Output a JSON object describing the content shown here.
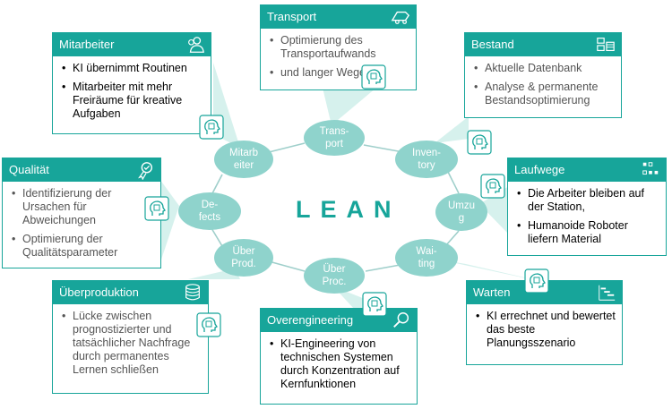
{
  "center": {
    "title": "LEAN"
  },
  "colors": {
    "teal": "#17a59a",
    "oval": "#8fd3cc",
    "wedge": "#cfeeea",
    "ring": "#9fcfcb"
  },
  "wastes": [
    {
      "id": "transport",
      "lines": [
        "Trans-",
        "port"
      ]
    },
    {
      "id": "inventory",
      "lines": [
        "Inven-",
        "tory"
      ]
    },
    {
      "id": "umzug",
      "lines": [
        "Umzu",
        "g"
      ]
    },
    {
      "id": "waiting",
      "lines": [
        "Wai-",
        "ting"
      ]
    },
    {
      "id": "ueber-proc",
      "lines": [
        "Über",
        "Proc."
      ]
    },
    {
      "id": "ueber-prod",
      "lines": [
        "Über",
        "Prod."
      ]
    },
    {
      "id": "defects",
      "lines": [
        "De-",
        "fects"
      ]
    },
    {
      "id": "mitarbeiter",
      "lines": [
        "Mitarb",
        "eiter"
      ]
    }
  ],
  "boxes": {
    "transport": {
      "title": "Transport",
      "icon": "truck-icon",
      "bullets": [
        "Optimierung des Transportaufwands",
        "und langer Wege"
      ]
    },
    "bestand": {
      "title": "Bestand",
      "icon": "inventory-grid-icon",
      "bullets": [
        "Aktuelle Datenbank",
        "Analyse & permanente Bestandsoptimierung"
      ]
    },
    "laufwege": {
      "title": "Laufwege",
      "icon": "path-icon",
      "bullets": [
        "Die Arbeiter bleiben auf der Station,",
        "Humanoide Roboter liefern Material"
      ]
    },
    "warten": {
      "title": "Warten",
      "icon": "gantt-icon",
      "bullets": [
        "KI errechnet und bewertet das beste Planungsszenario"
      ]
    },
    "overengineering": {
      "title": "Overengineering",
      "icon": "magnifier-icon",
      "bullets": [
        "KI-Engineering von technischen Systemen durch Konzentration auf Kernfunktionen"
      ]
    },
    "ueberproduktion": {
      "title": "Überproduktion",
      "icon": "coin-stack-icon",
      "bullets": [
        "Lücke zwischen prognostizierter und tatsächlicher Nachfrage durch permanentes Lernen schließen"
      ]
    },
    "qualitaet": {
      "title": "Qualität",
      "icon": "award-badge-icon",
      "bullets": [
        "Identifizierung der Ursachen für Abweichungen",
        "Optimierung der Qualitätsparameter"
      ]
    },
    "mitarbeiter": {
      "title": "Mitarbeiter",
      "icon": "people-icon",
      "bullets": [
        "KI übernimmt Routinen",
        "Mitarbeiter mit mehr Freiräume für kreative Aufgaben"
      ]
    }
  }
}
